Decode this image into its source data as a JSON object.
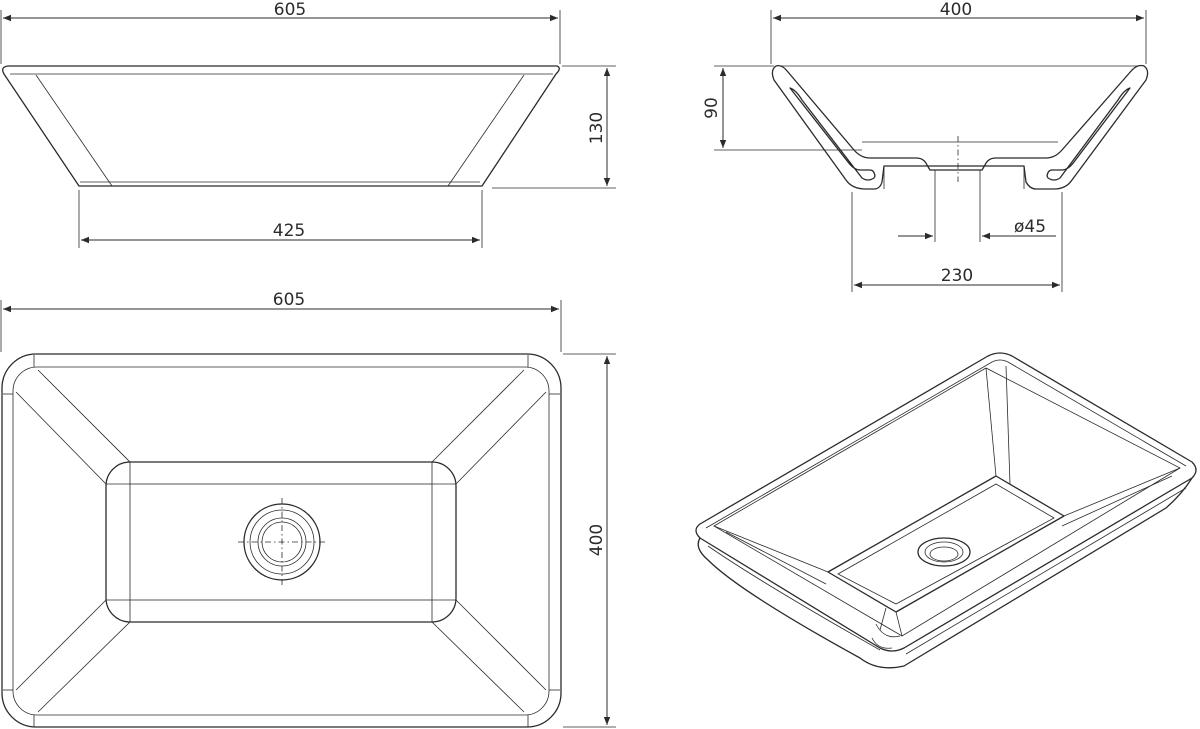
{
  "dimensions": {
    "front_width": "605",
    "front_height": "130",
    "front_base": "425",
    "side_width": "400",
    "side_depth": "90",
    "side_base": "230",
    "drain_diameter": "ø45",
    "top_width": "605",
    "top_depth": "400"
  },
  "colors": {
    "line": "#2b2b2b",
    "background": "#ffffff"
  }
}
